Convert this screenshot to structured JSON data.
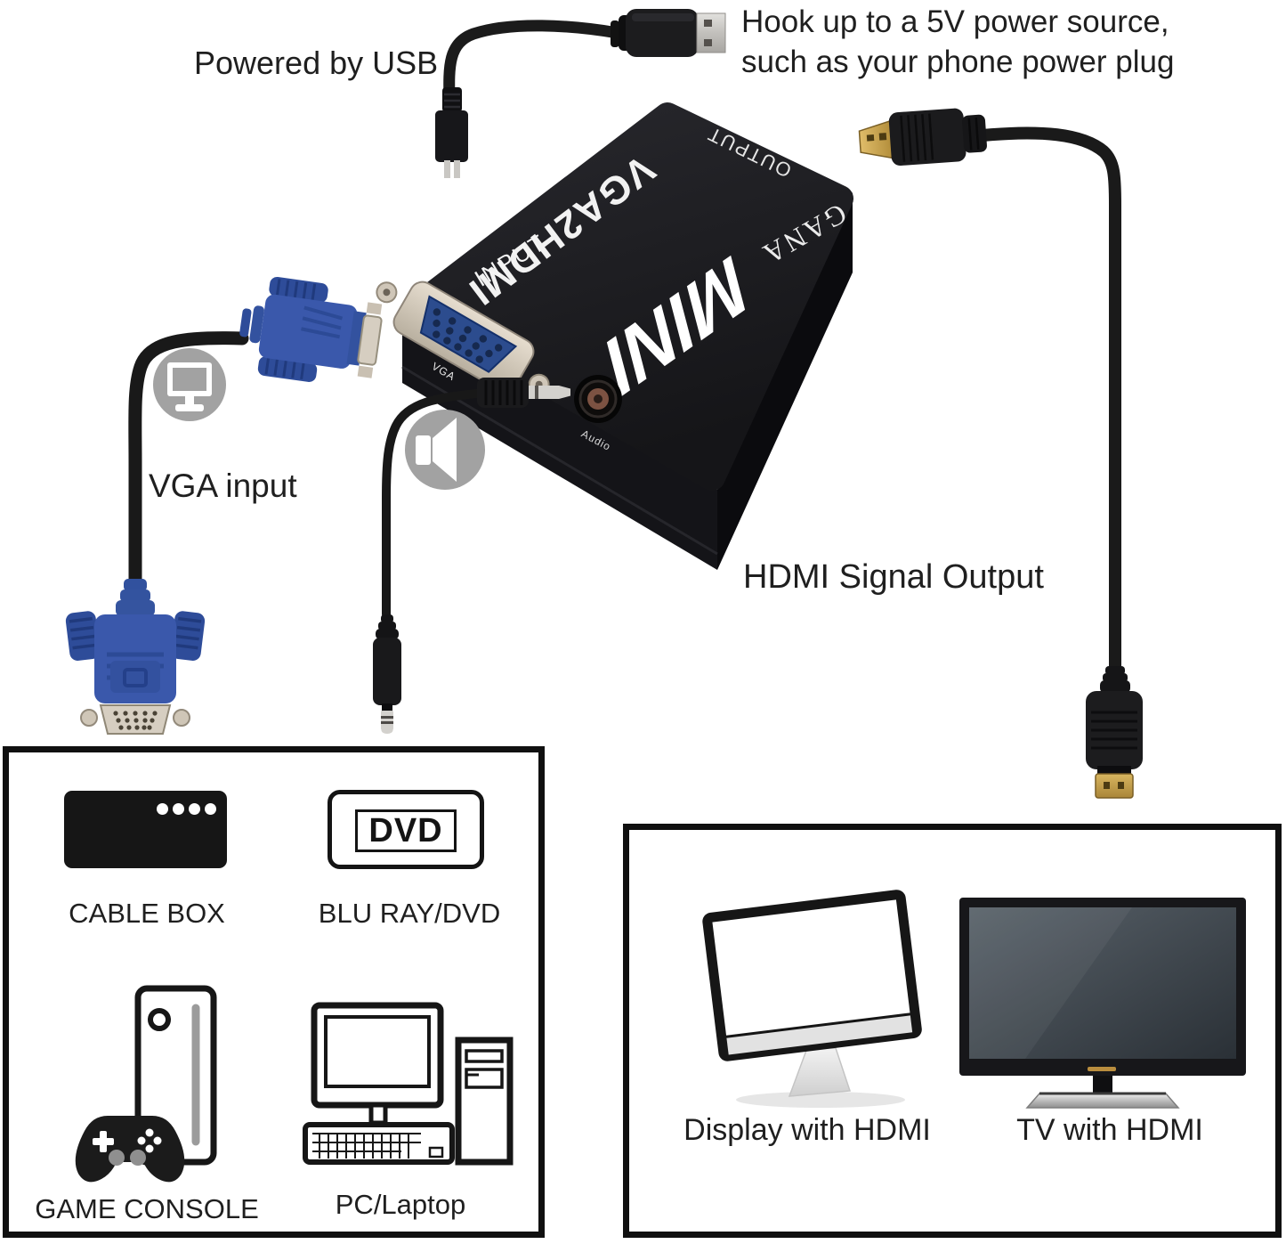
{
  "annotations": {
    "powered_by_usb": "Powered by USB",
    "power_note_line1": "Hook up to a 5V power source,",
    "power_note_line2": "such as your phone power plug",
    "vga_input": "VGA input",
    "hdmi_signal_output": "HDMI Signal Output"
  },
  "device": {
    "model": "VGA2HDMI",
    "size": "MINI",
    "brand": "GANA",
    "output_label": "OUTPUT",
    "input_label": "INPUT",
    "vga_label": "VGA",
    "audio_label": "Audio"
  },
  "source_panel": {
    "dvd_badge": "DVD",
    "items": [
      {
        "label": "CABLE BOX"
      },
      {
        "label": "BLU RAY/DVD"
      },
      {
        "label": "GAME CONSOLE"
      },
      {
        "label": "PC/Laptop"
      }
    ]
  },
  "output_panel": {
    "items": [
      {
        "label": "Display with HDMI"
      },
      {
        "label": "TV with HDMI"
      }
    ]
  },
  "colors": {
    "background": "#ffffff",
    "text": "#1f1f1f",
    "device_body": "#1d1d21",
    "vga_connector_blue": "#3a58ab",
    "vga_port_metal": "#d6cec1",
    "vga_port_insert": "#2c4c8e",
    "audio_ring_copper": "#7c5242",
    "helper_icon_gray": "#a2a2a2",
    "panel_border": "#101010",
    "cable_black": "#1a1a1a",
    "hdmi_gold": "#c9a44c",
    "usb_metal": "#cfcdc9"
  }
}
